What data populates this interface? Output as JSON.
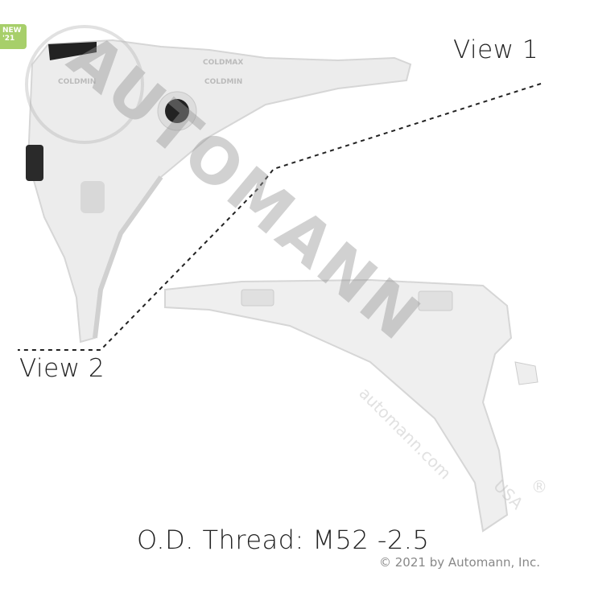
{
  "badge": {
    "line1": "NEW",
    "line2": "'21",
    "color": "#a7cf6a"
  },
  "labels": {
    "view1": "View 1",
    "view2": "View 2",
    "thread": "O.D. Thread: M52 -2.5"
  },
  "copyright": "© 2021 by Automann, Inc.",
  "part_markings": {
    "coldmax": "COLDMAX",
    "coldmin_1": "COLDMIN",
    "coldmin_2": "COLDMIN"
  },
  "watermark": {
    "brand": "AUTOMANN",
    "url": "automann.com",
    "suffix": "USA",
    "registered": "®"
  }
}
